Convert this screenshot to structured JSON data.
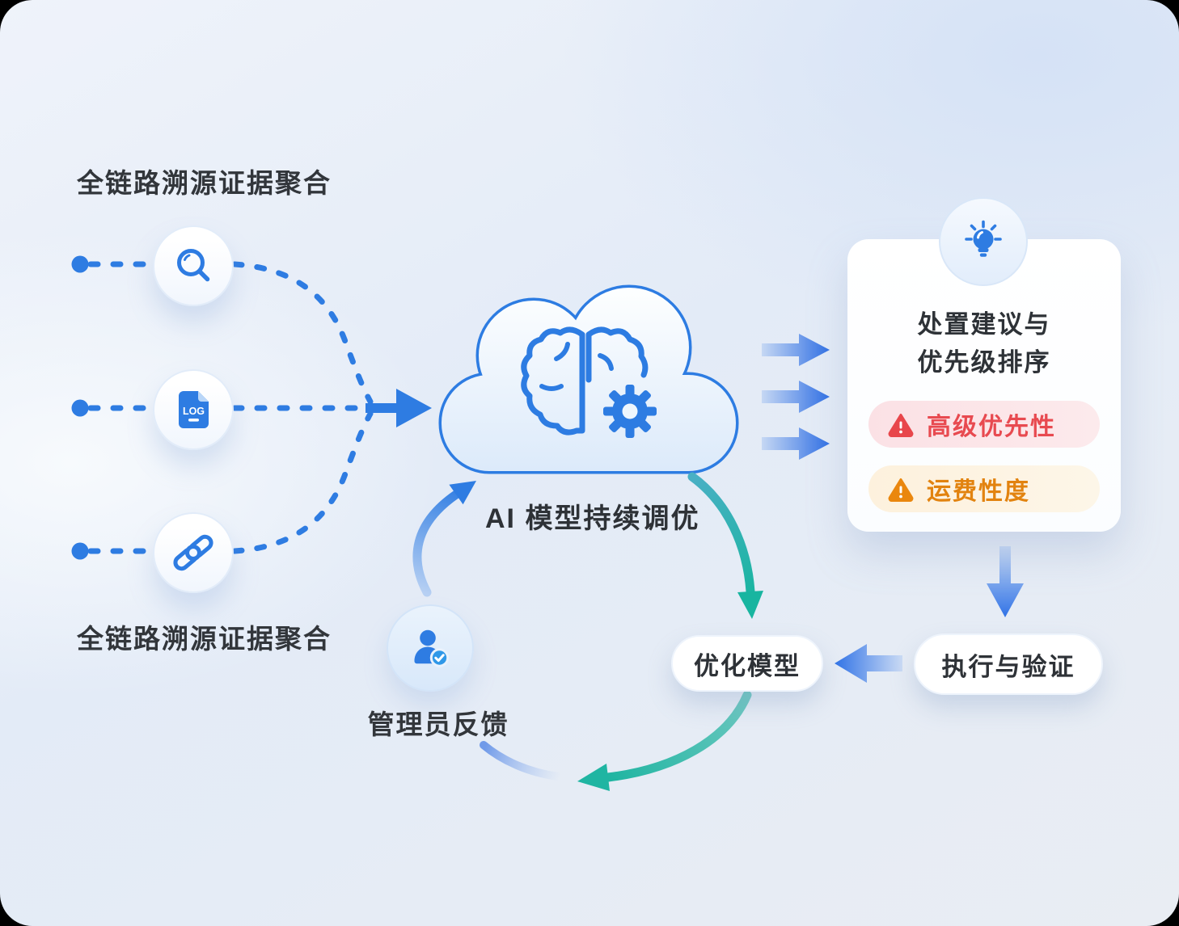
{
  "diagram": {
    "type": "flow-diagram",
    "theme_colors": {
      "primary_blue": "#2e7ce2",
      "teal": "#1fb5a2",
      "text_dark": "#32363b",
      "alert_red": "#e84a50",
      "alert_red_bg": "#fbe2e6",
      "alert_orange": "#e2830f",
      "alert_orange_bg": "#fdf2df",
      "background": "#e7eef8"
    }
  },
  "sources": {
    "top_label": "全链路溯源证据聚合",
    "bottom_label": "全链路溯源证据聚合",
    "items": [
      {
        "icon": "search-icon"
      },
      {
        "icon": "log-file-icon",
        "text": "LOG"
      },
      {
        "icon": "chain-link-icon"
      }
    ]
  },
  "ai_core": {
    "label": "AI 模型持续调优",
    "icon": "cloud-brain-gear-icon"
  },
  "suggestion_card": {
    "icon": "lightbulb-icon",
    "title_line1": "处置建议与",
    "title_line2": "优先级排序",
    "badges": [
      {
        "icon": "alert-triangle-icon",
        "label": "高级优先性",
        "severity": "high"
      },
      {
        "icon": "alert-triangle-icon",
        "label": "运费性度",
        "severity": "medium"
      }
    ]
  },
  "cycle": {
    "execute_label": "执行与验证",
    "optimize_label": "优化模型",
    "feedback_label": "管理员反馈",
    "feedback_icon": "admin-user-check-icon"
  }
}
